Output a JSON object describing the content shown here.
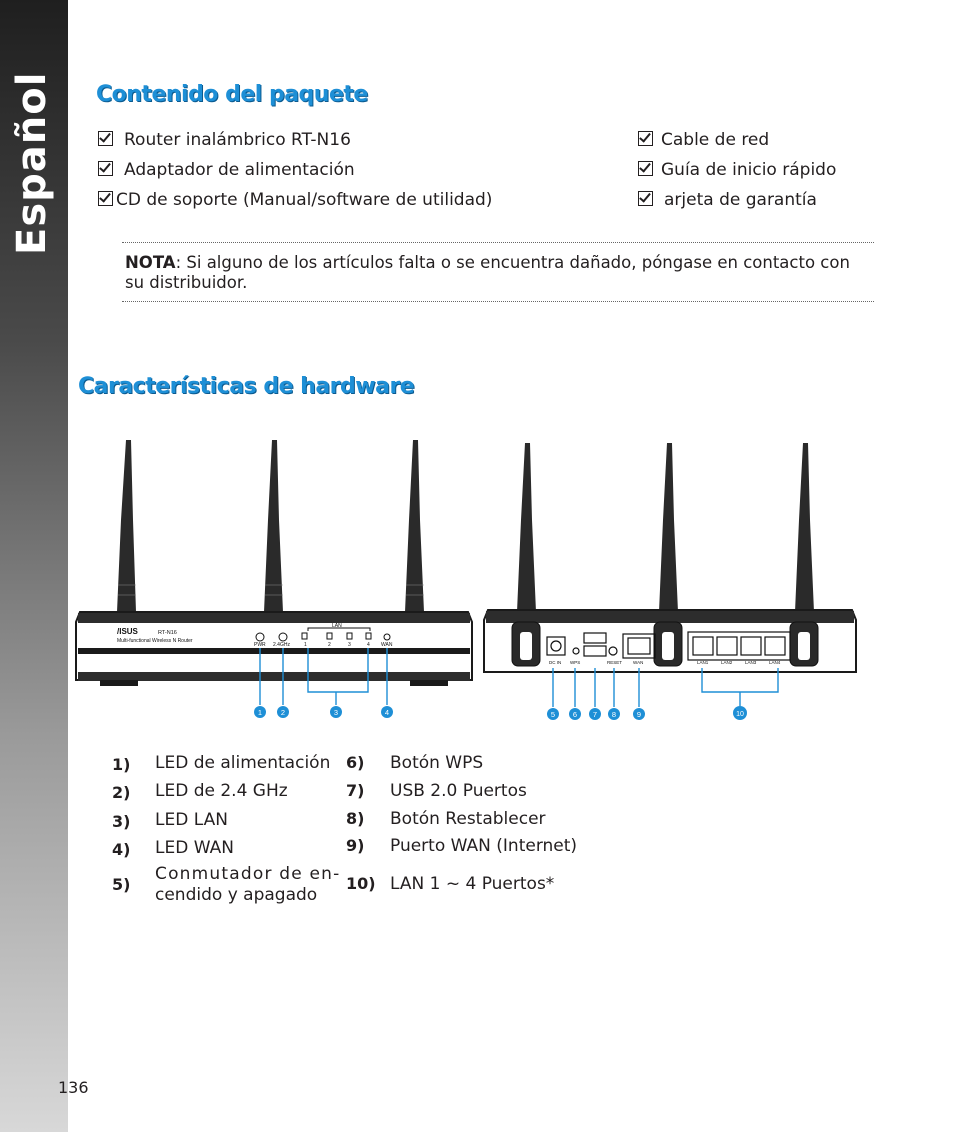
{
  "sidebar": {
    "title": "Español"
  },
  "sections": {
    "package_title": "Contenido del paquete",
    "hardware_title": "Características de hardware"
  },
  "package_items": [
    "Router inalámbrico RT-N16",
    "Adaptador de alimentación",
    "CD de soporte (Manual/software de utilidad)",
    "Cable de red",
    "Guía de inicio rápido",
    "arjeta de garantía"
  ],
  "note": {
    "label": "NOTA",
    "text": ":  Si alguno de los artículos falta o se encuentra dañado, póngase en contacto con su distribuidor."
  },
  "diagram": {
    "brand": "/ISUS",
    "model": "RT-N16",
    "subtitle": "Multi-functional Wireless N Router",
    "front_labels": [
      "PWR",
      "2.4GHz",
      "1",
      "2",
      "3",
      "4",
      "LAN",
      "WAN"
    ],
    "back_labels": [
      "DC IN",
      "WPS",
      "RESET",
      "WAN",
      "LAN1",
      "LAN2",
      "LAN3",
      "LAN4"
    ],
    "callouts": [
      "1",
      "2",
      "3",
      "4",
      "5",
      "6",
      "7",
      "8",
      "9",
      "10"
    ],
    "accent_color": "#1e8fd6"
  },
  "features": [
    {
      "num": "1)",
      "label": "LED de alimentación"
    },
    {
      "num": "2)",
      "label": "LED de 2.4 GHz"
    },
    {
      "num": "3)",
      "label": "LED LAN"
    },
    {
      "num": "4)",
      "label": "LED WAN"
    },
    {
      "num": "5)",
      "label": "Conmutador de en-",
      "label2": "cendido y apagado"
    },
    {
      "num": "6)",
      "label": "Botón WPS"
    },
    {
      "num": "7)",
      "label": "USB 2.0 Puertos"
    },
    {
      "num": "8)",
      "label": "Botón Restablecer"
    },
    {
      "num": "9)",
      "label": "Puerto WAN (Internet)"
    },
    {
      "num": "10)",
      "label": "LAN 1 ~ 4 Puertos*"
    }
  ],
  "page_number": "136"
}
